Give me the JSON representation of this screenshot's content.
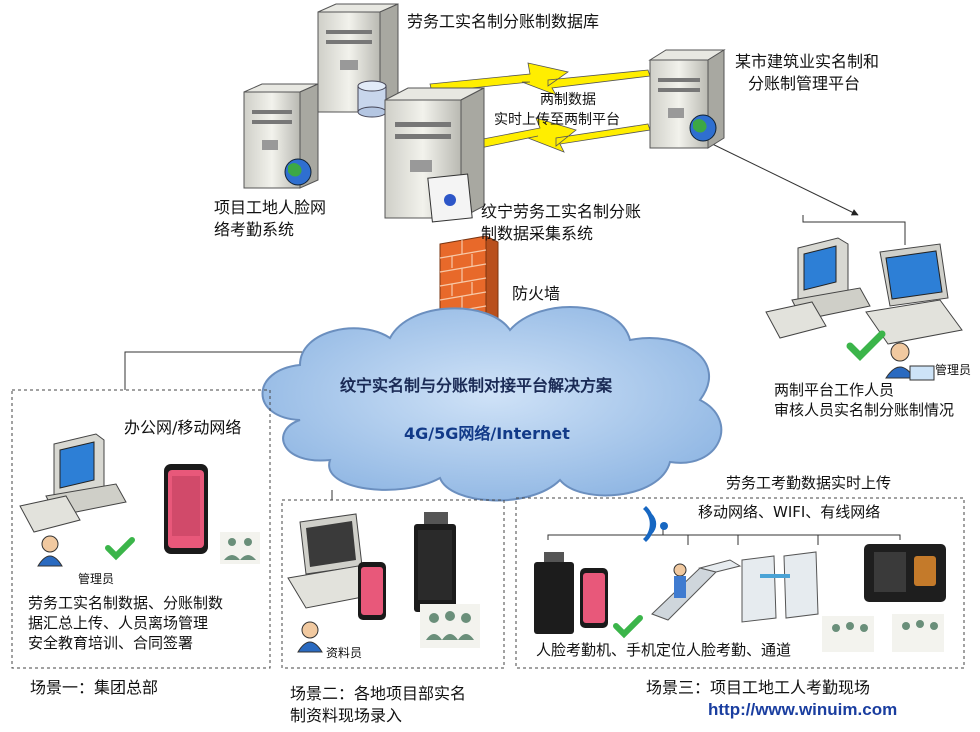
{
  "labels": {
    "db_title": "劳务工实名制分账制数据库",
    "gov_platform_line1": "某市建筑业实名制和",
    "gov_platform_line2": "分账制管理平台",
    "upload_line1": "两制数据",
    "upload_line2": "实时上传至两制平台",
    "face_system_line1": "项目工地人脸网",
    "face_system_line2": "络考勤系统",
    "collect_system_line1": "纹宁劳务工实名制分账",
    "collect_system_line2": "制数据采集系统",
    "firewall": "防火墙",
    "admin_label_right": "管理员",
    "review_line1": "两制平台工作人员",
    "review_line2": "审核人员实名制分账制情况",
    "cloud_title": "纹宁实名制与分账制对接平台解决方案",
    "cloud_sub": "4G/5G网络/Internet",
    "office_network": "办公网/移动网络",
    "admin_label_left": "管理员",
    "hq_line1": "劳务工实名制数据、分账制数",
    "hq_line2": "据汇总上传、人员离场管理",
    "hq_line3": "安全教育培训、合同签署",
    "clerk_label": "资料员",
    "site_upload": "劳务工考勤数据实时上传",
    "site_networks": "移动网络、WIFI、有线网络",
    "site_devices": "人脸考勤机、手机定位人脸考勤、通道",
    "scene1": "场景一：集团总部",
    "scene2_line1": "场景二：各地项目部实名",
    "scene2_line2": "制资料现场录入",
    "scene3": "场景三：项目工地工人考勤现场",
    "url": "http://www.winuim.com"
  },
  "icons": [
    "server-icon",
    "database-icon",
    "globe-icon",
    "firewall-icon",
    "desktop-icon",
    "laptop-icon",
    "phone-icon",
    "face-terminal-icon",
    "turnstile-icon",
    "checkmark-icon",
    "user-icon",
    "group-icon",
    "wifi-icon",
    "lightning-icon"
  ],
  "colors": {
    "cloud_fill": "#a9c9ee",
    "cloud_stroke": "#6b8fbf",
    "firewall": "#e8692a",
    "lightning": "#ffee00",
    "check": "#3bb54a",
    "url": "#1a3ea0"
  }
}
